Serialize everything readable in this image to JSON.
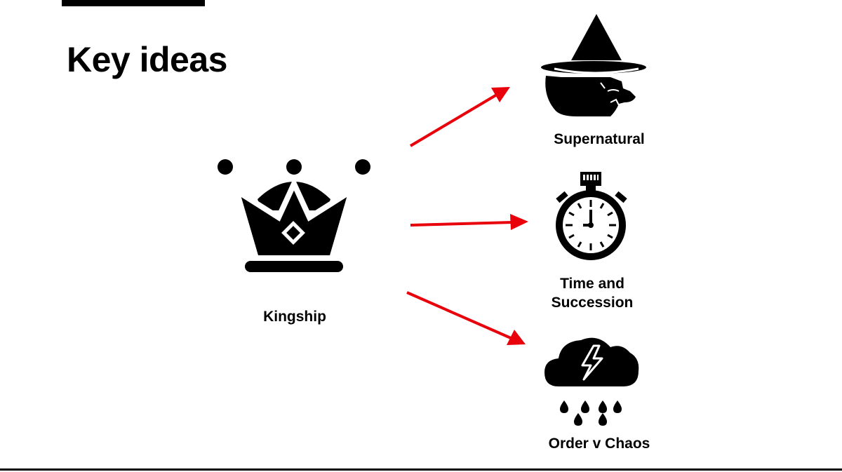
{
  "title": "Key ideas",
  "accent_color": "#e8000b",
  "nodes": {
    "source": {
      "label": "Kingship",
      "icon": "crown-icon"
    },
    "targets": [
      {
        "label": "Supernatural",
        "icon": "witch-icon"
      },
      {
        "label_line1": "Time and",
        "label_line2": "Succession",
        "icon": "stopwatch-icon"
      },
      {
        "label": "Order v Chaos",
        "icon": "storm-cloud-icon"
      }
    ]
  }
}
